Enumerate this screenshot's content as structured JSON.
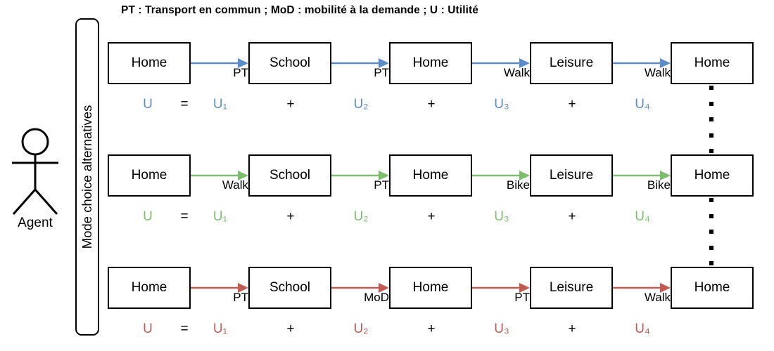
{
  "title": "PT : Transport en commun ; MoD : mobilité à la demande ; U : Utilité",
  "agent": {
    "label": "Agent",
    "icon": "stick-figure-icon"
  },
  "mode_bar": {
    "label": "Mode choice alternatives"
  },
  "legend": {
    "pt": "PT : Transport en commun",
    "mod": "MoD : mobilité à la demande",
    "u": "U : Utilité"
  },
  "utility": {
    "total_symbol": "U",
    "equals": "=",
    "plus": "+",
    "terms": [
      "U1",
      "U2",
      "U3",
      "U4"
    ],
    "term_labels": [
      "U₁",
      "U₂",
      "U₃",
      "U₄"
    ]
  },
  "colors": {
    "alternative_1": "#5B8DC8",
    "alternative_2": "#7DBE6E",
    "alternative_3": "#C15A52",
    "text": "#000000",
    "box_border": "#000000",
    "background": "#ffffff"
  },
  "alternatives": [
    {
      "id": "alternative-1",
      "color": "#5B8DC8",
      "activities": [
        "Home",
        "School",
        "Home",
        "Leisure",
        "Home"
      ],
      "modes": [
        "PT",
        "PT",
        "Walk",
        "Walk"
      ],
      "utility_total": "U",
      "utility_terms": [
        "U₁",
        "U₂",
        "U₃",
        "U₄"
      ]
    },
    {
      "id": "alternative-2",
      "color": "#7DBE6E",
      "activities": [
        "Home",
        "School",
        "Home",
        "Leisure",
        "Home"
      ],
      "modes": [
        "Walk",
        "PT",
        "Bike",
        "Bike"
      ],
      "utility_total": "U",
      "utility_terms": [
        "U₁",
        "U₂",
        "U₃",
        "U₄"
      ]
    },
    {
      "id": "alternative-3",
      "color": "#C15A52",
      "activities": [
        "Home",
        "School",
        "Home",
        "Leisure",
        "Home"
      ],
      "modes": [
        "PT",
        "MoD",
        "PT",
        "Walk"
      ],
      "utility_total": "U",
      "utility_terms": [
        "U₁",
        "U₂",
        "U₃",
        "U₄"
      ]
    }
  ]
}
